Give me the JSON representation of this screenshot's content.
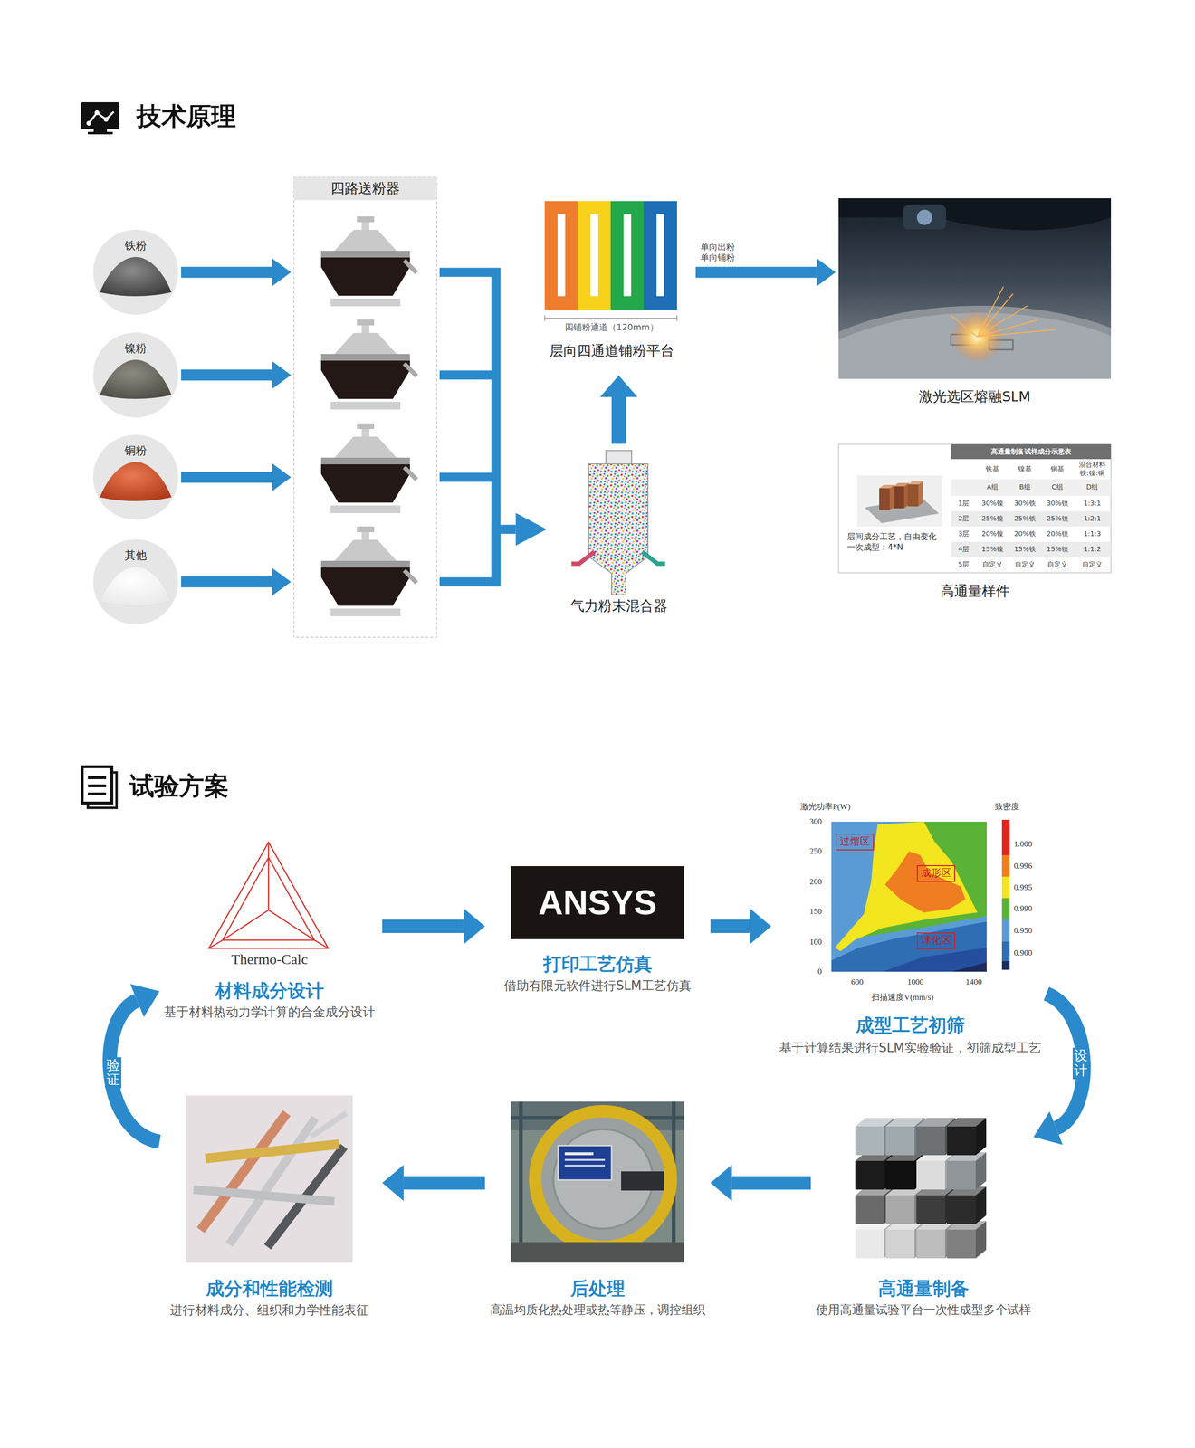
{
  "diagram": {
    "nodes": [
      {
        "text": [
          "铁粉"
        ]
      },
      {
        "text": [
          "镍粉"
        ]
      },
      {
        "text": [
          "铜粉"
        ]
      },
      {
        "text": [
          "其他"
        ]
      },
      {
        "text": [
          "四路送粉器"
        ]
      },
      {
        "text": [
          "四铺粉通道（120mm）",
          "层向四通道铺粉平台"
        ]
      },
      {
        "text": [
          "气力粉末混合器"
        ]
      },
      {
        "text": [
          "激光选区熔融SLM"
        ]
      },
      {
        "text": [
          "层间成分工艺，自由变化 一次成型：4*N",
          "高通量样件"
        ]
      },
      {
        "text": [
          "Thermo-Calc",
          "材料成分设计",
          "基于材料热动力学计算的合金成分设计"
        ]
      },
      {
        "text": [
          "ANSYS",
          "打印工艺仿真",
          "借助有限元软件进行SLM工艺仿真"
        ]
      },
      {
        "text": [
          "成型工艺初筛",
          "基于计算结果进行SLM实验验证，初筛成型工艺"
        ]
      },
      {
        "text": [
          "过熔区"
        ],
        "in": 11
      },
      {
        "text": [
          "成形区"
        ],
        "in": 11
      },
      {
        "text": [
          "球化区"
        ],
        "in": 11
      },
      {
        "text": [
          "成分和性能检测",
          "进行材料成分、组织和力学性能表征"
        ]
      },
      {
        "text": [
          "后处理",
          "高温均质化热处理或热等静压，调控组织"
        ]
      },
      {
        "text": [
          "高通量制备",
          "使用高通量试验平台一次性成型多个试样"
        ]
      }
    ],
    "edges": [
      {
        "from": 0,
        "to": 4,
        "arrow": "to"
      },
      {
        "from": 1,
        "to": 4,
        "arrow": "to"
      },
      {
        "from": 2,
        "to": 4,
        "arrow": "to"
      },
      {
        "from": 3,
        "to": 4,
        "arrow": "to"
      },
      {
        "from": 4,
        "to": 6,
        "arrow": "to"
      },
      {
        "from": 6,
        "to": 5,
        "arrow": "to"
      },
      {
        "from": 5,
        "to": 7,
        "label": "单向出粉 单向铺粉",
        "arrow": "to"
      },
      {
        "from": 9,
        "to": 10,
        "arrow": "to"
      },
      {
        "from": 10,
        "to": 11,
        "arrow": "to"
      },
      {
        "from": 11,
        "to": 17,
        "label": "设计",
        "arrow": "to"
      },
      {
        "from": 17,
        "to": 16,
        "arrow": "to"
      },
      {
        "from": 16,
        "to": 15,
        "arrow": "to"
      },
      {
        "from": 15,
        "to": 9,
        "label": "验证",
        "arrow": "to"
      }
    ],
    "labels": [
      "技术原理",
      "高通量制备试样成分示意表",
      "铁基",
      "镍基",
      "铜基",
      "混合材料 铁:镍:铜",
      "A组",
      "B组",
      "C组",
      "D组",
      "1层",
      "30%镍",
      "30%铁",
      "30%镍",
      "1:3:1",
      "2层",
      "25%镍",
      "25%铁",
      "25%镍",
      "1:2:1",
      "3层",
      "20%镍",
      "20%铁",
      "20%镍",
      "1:1:3",
      "4层",
      "15%镍",
      "15%铁",
      "15%镍",
      "1:1:2",
      "5层",
      "自定义",
      "自定义",
      "自定义",
      "自定义",
      "试验方案",
      "激光功率P(W)",
      "致密度",
      "300",
      "250",
      "200",
      "150",
      "100",
      "0",
      "600",
      "1000",
      "1400",
      "扫描速度V(mm/s)"
    ],
    "legend": [
      {
        "text": "1.000",
        "color": "#e3241d"
      },
      {
        "text": "0.996",
        "color": "#f07d1e"
      },
      {
        "text": "0.995",
        "color": "#f3e51e"
      },
      {
        "text": "0.990",
        "color": "#5ab336"
      },
      {
        "text": "0.950",
        "color": "#5b9bd5"
      },
      {
        "text": "0.900",
        "color": "#2f6db5"
      }
    ]
  }
}
